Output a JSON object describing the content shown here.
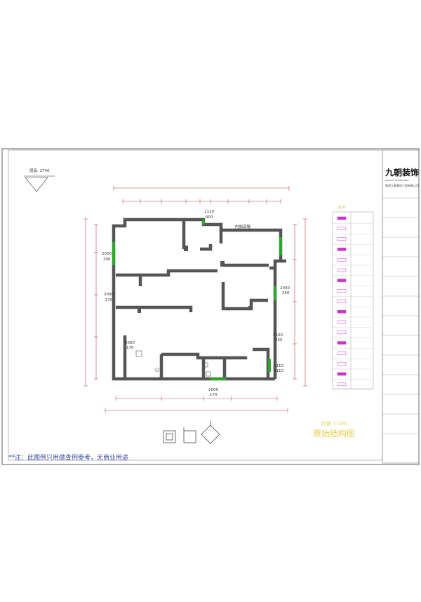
{
  "drawing": {
    "title": "原始结构图",
    "scale": "比例 1:100",
    "floor_height_label": "层高: 2740",
    "footnote": "**注：此图例只用做查例参考，无商业用途",
    "room_label": "内侧高墙"
  },
  "dimensions": {
    "top_opening": [
      "1120",
      "900"
    ],
    "left_upper": [
      "2000",
      "200"
    ],
    "left_middle": [
      "2000",
      "170"
    ],
    "left_lower": [
      "2000",
      "170"
    ],
    "right_upper": [
      "2000",
      "250"
    ],
    "right_middle": [
      "2100",
      "250"
    ],
    "right_lower": [
      "1110",
      "1110"
    ],
    "bottom_opening": [
      "2000",
      "170"
    ]
  },
  "legend": {
    "header": "图 例",
    "items": [
      "",
      "",
      "",
      "",
      "",
      "",
      "",
      "",
      "",
      "",
      "",
      "",
      "",
      "",
      "",
      "",
      ""
    ]
  },
  "title_block": {
    "company_logo": "九朝装饰",
    "company_en": "JIUCHAO DECORATION",
    "company_cn": "陕西九朝装饰工程有限公司",
    "rows": [
      "",
      "",
      "",
      "",
      "",
      "",
      "",
      "",
      "",
      "",
      "",
      "",
      ""
    ]
  },
  "colors": {
    "walls": "#555555",
    "door_green": "#2aa82a",
    "dim_red": "#c0404a",
    "title_yellow": "#e7d04a",
    "legend_magenta": "#cc33cc",
    "footnote_blue": "#3a4aa0"
  }
}
